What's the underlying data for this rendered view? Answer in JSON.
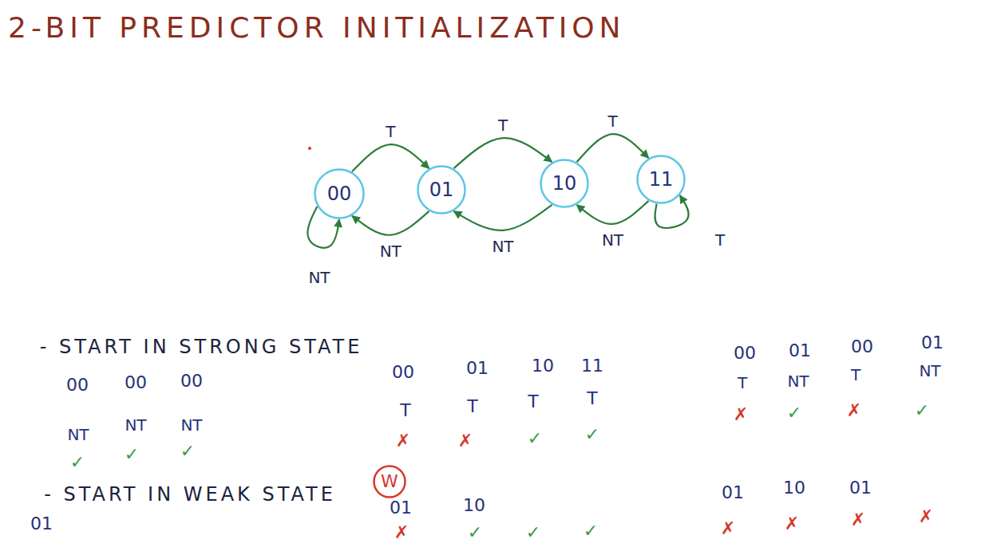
{
  "diagram": {
    "title": "2-BIT PREDICTOR INITIALIZATION",
    "nodes": [
      {
        "text": [
          "00"
        ]
      },
      {
        "text": [
          "01"
        ]
      },
      {
        "text": [
          "10"
        ]
      },
      {
        "text": [
          "11"
        ]
      },
      {
        "text": [
          "W"
        ]
      }
    ],
    "edges": [
      {
        "from": 0,
        "to": 1,
        "label": "T",
        "arrow": "to"
      },
      {
        "from": 1,
        "to": 2,
        "label": "T",
        "arrow": "to"
      },
      {
        "from": 2,
        "to": 3,
        "label": "T",
        "arrow": "to"
      },
      {
        "from": 1,
        "to": 0,
        "label": "NT",
        "arrow": "to"
      },
      {
        "from": 2,
        "to": 1,
        "label": "NT",
        "arrow": "to"
      },
      {
        "from": 3,
        "to": 2,
        "label": "NT",
        "arrow": "to"
      },
      {
        "from": 0,
        "to": 0,
        "label": "NT",
        "arrow": "to"
      },
      {
        "from": 3,
        "to": 3,
        "label": "T",
        "arrow": "to"
      }
    ],
    "labels": [
      "- START IN STRONG STATE",
      "00",
      "00",
      "00",
      "NT",
      "NT",
      "NT",
      "✓",
      "✓",
      "✓",
      "00",
      "01",
      "10",
      "11",
      "T",
      "T",
      "T",
      "T",
      "✗",
      "✗",
      "✓",
      "✓",
      "00",
      "01",
      "00",
      "01",
      "T",
      "NT",
      "T",
      "NT",
      "✗",
      "✓",
      "✗",
      "✓",
      "- START IN WEAK STATE",
      "01",
      "01",
      "10",
      "✗",
      "✓",
      "✓",
      "✓",
      "01",
      "10",
      "01",
      "✗",
      "✗",
      "✗",
      "✗"
    ]
  }
}
